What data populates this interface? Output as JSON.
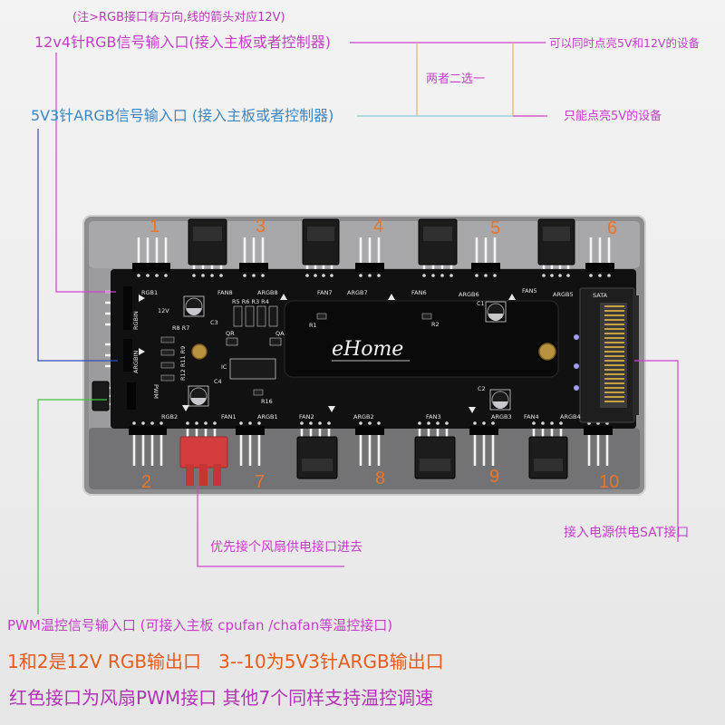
{
  "annotations": {
    "note": "(注>RGB接口有方向,线的箭头对应12V)",
    "rgb12v_input": "12v4针RGB信号输入口(接入主板或者控制器)",
    "both_voltage_devices": "可以同时点亮5V和12V的设备",
    "choose_one": "两者二选一",
    "argb5v_input": "5V3针ARGB信号输入口 (接入主板或者控制器)",
    "only_5v_devices": "只能点亮5V的设备",
    "fan_power_first": "优先接个风扇供电接口进去",
    "sata_power": "接入电源供电SAT接口",
    "pwm_input": "PWM温控信号输入口 (可接入主板 cpufan /chafan等温控接口)",
    "summary_line1": "1和2是12V RGB输出口   3--10为5V3针ARGB输出口",
    "summary_line2": "红色接口为风扇PWM接口 其他7个同样支持温控调速"
  },
  "port_numbers": {
    "top": [
      "1",
      "3",
      "4",
      "5",
      "6"
    ],
    "bottom": [
      "2",
      "7",
      "8",
      "9",
      "10"
    ]
  },
  "board": {
    "logo": "eHome",
    "labels": {
      "rgb1": "RGB1",
      "v12": "12V",
      "fan8": "FAN8",
      "argb8": "ARGB8",
      "fan7": "FAN7",
      "argb7": "ARGB7",
      "fan6": "FAN6",
      "argb6": "ARGB6",
      "fan5": "FAN5",
      "argb5": "ARGB5",
      "sata": "SATA",
      "rgbin": "RGBIN",
      "argbin": "ARGBIN",
      "r5r6r3r4": "R5 R6 R3 R4",
      "r8r7": "R8 R7",
      "c1": "C1",
      "c2": "C2",
      "c3": "C3",
      "c4": "C4",
      "r1": "R1",
      "r2": "R2",
      "qr": "QR",
      "qa": "QA",
      "ic": "IC",
      "r12r11r9": "R12 R11 R9",
      "r16": "R16",
      "pwm": "PWM",
      "rgb2": "RGB2",
      "fan1": "FAN1",
      "argb1": "ARGB1",
      "fan2": "FAN2",
      "argb2": "ARGB2",
      "fan3": "FAN3",
      "argb3": "ARGB3",
      "fan4": "FAN4",
      "argb4": "ARGB4"
    }
  },
  "colors": {
    "annotation_magenta": "#c43ec8",
    "annotation_blue": "#3d86c6",
    "port_number_orange": "#e8752b",
    "summary_orange": "#e65c1c",
    "pwm_connector_red": "#d43d3d",
    "pcb_black": "#111111"
  }
}
